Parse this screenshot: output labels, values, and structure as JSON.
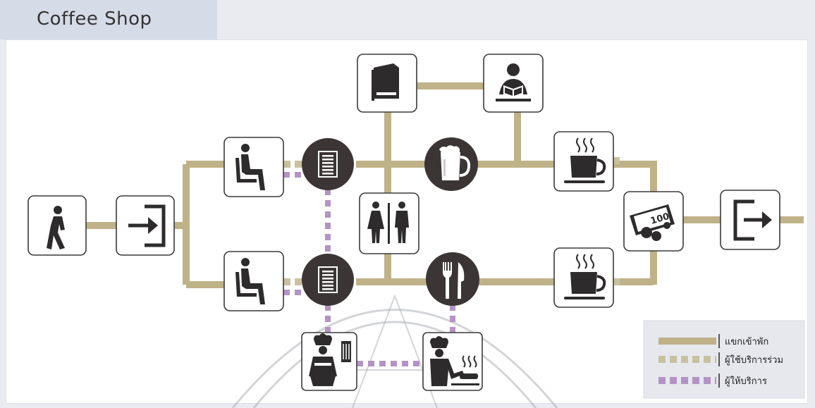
{
  "header": {
    "title": "Coffee Shop"
  },
  "colors": {
    "guest_path": "#bfb288",
    "shared_path": "#c8c1a0",
    "staff_path": "#b493c4",
    "node_dark": "#3b3536",
    "panel_bg": "#ffffff",
    "tab_bg": "#d6dbe8"
  },
  "legend": {
    "items": [
      {
        "label": "แขกเข้าพัก",
        "style": "solid",
        "color": "#bfb288"
      },
      {
        "label": "ผู้ใช้บริการร่วม",
        "style": "dashed",
        "color": "#c8c1a0"
      },
      {
        "label": "ผู้ให้บริการ",
        "style": "dashed",
        "color": "#b493c4"
      }
    ]
  },
  "nodes": [
    {
      "id": "walk",
      "icon": "walking-person-icon"
    },
    {
      "id": "enter",
      "icon": "enter-icon"
    },
    {
      "id": "seat_top",
      "icon": "seated-person-icon"
    },
    {
      "id": "seat_bottom",
      "icon": "seated-person-icon"
    },
    {
      "id": "menu_top",
      "icon": "menu-icon"
    },
    {
      "id": "menu_bottom",
      "icon": "menu-icon"
    },
    {
      "id": "book",
      "icon": "book-icon"
    },
    {
      "id": "reader",
      "icon": "reading-person-icon"
    },
    {
      "id": "mug",
      "icon": "beer-mug-icon"
    },
    {
      "id": "restroom",
      "icon": "restroom-icon"
    },
    {
      "id": "cutlery",
      "icon": "fork-knife-icon"
    },
    {
      "id": "coffee_top",
      "icon": "hot-coffee-icon"
    },
    {
      "id": "coffee_bottom",
      "icon": "hot-coffee-icon"
    },
    {
      "id": "payment",
      "icon": "money-icon"
    },
    {
      "id": "exit",
      "icon": "exit-icon"
    },
    {
      "id": "chef_left",
      "icon": "chef-cooking-icon"
    },
    {
      "id": "chef_right",
      "icon": "chef-baking-icon"
    }
  ]
}
